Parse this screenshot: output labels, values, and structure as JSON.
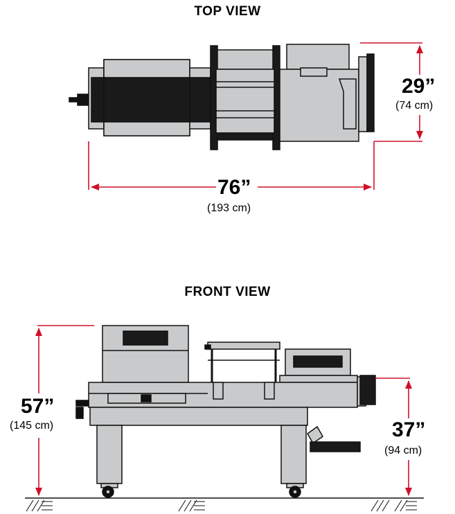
{
  "top_view": {
    "title": "TOP VIEW",
    "width_dim": {
      "imperial": "76”",
      "metric": "(193 cm)"
    },
    "depth_dim": {
      "imperial": "29”",
      "metric": "(74 cm)"
    }
  },
  "front_view": {
    "title": "FRONT VIEW",
    "height_dim": {
      "imperial": "57”",
      "metric": "(145 cm)"
    },
    "table_height_dim": {
      "imperial": "37”",
      "metric": "(94 cm)"
    }
  },
  "colors": {
    "machine_fill": "#c9cacb",
    "machine_dark": "#1a1a1a",
    "dimension_line": "#d0102a",
    "outline": "#111111"
  }
}
